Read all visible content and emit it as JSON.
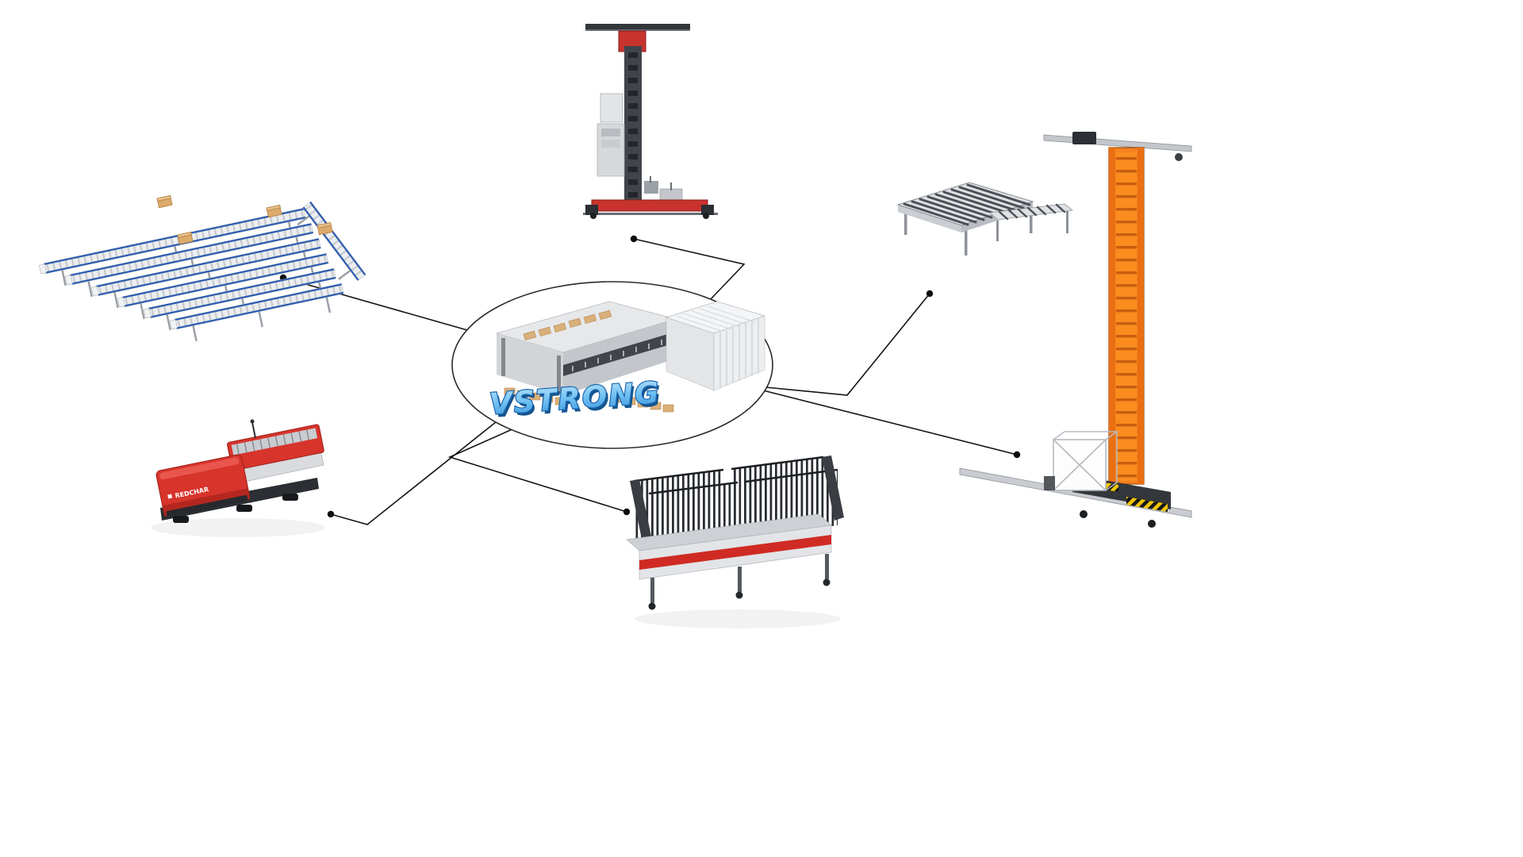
{
  "center": {
    "brand": "VSTRONG",
    "icon": "machine-cell-cutaway"
  },
  "agv": {
    "side_label": "REDCHAR"
  },
  "colors": {
    "accent_red": "#d7342c",
    "mast_orange": "#f5831f",
    "rail_blue": "#2e5db0",
    "brand_blue_fill": "#6fc0f2",
    "brand_blue_outline": "#1c66ae",
    "connector_line": "#141414",
    "steel_gray": "#c9ccd0",
    "dark_steel": "#33363a",
    "hazard_yellow": "#f2c500",
    "pallet_tan": "#d8b07a",
    "background": "#ffffff"
  },
  "nodes": [
    {
      "id": "infeed-conveyor-lines",
      "icon": "inclined-roller-conveyors"
    },
    {
      "id": "pallet-stacker-crane",
      "icon": "red-black-stacker-crane"
    },
    {
      "id": "transfer-conveyor-table",
      "icon": "roller-conveyor-table"
    },
    {
      "id": "vertical-lift-crane",
      "icon": "orange-mast-lift"
    },
    {
      "id": "agv-shuttle",
      "icon": "red-agv-vehicle"
    },
    {
      "id": "sorting-buffer",
      "icon": "pin-sorter-machine"
    },
    {
      "id": "central-processing-cell",
      "icon": "central-machine-hub"
    }
  ]
}
